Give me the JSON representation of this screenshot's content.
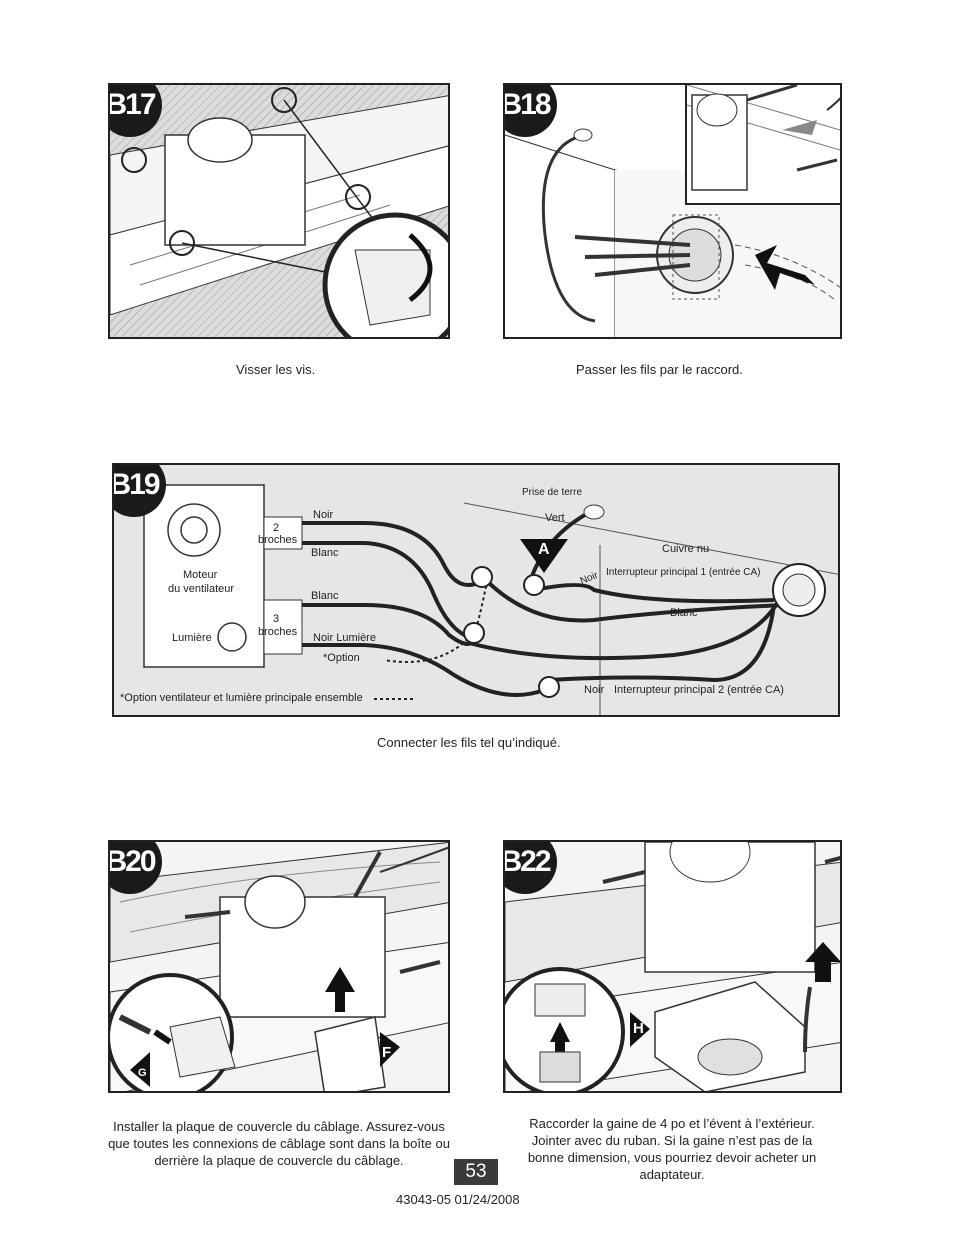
{
  "steps": {
    "b17": {
      "badge": "B17",
      "caption": "Visser les vis."
    },
    "b18": {
      "badge": "B18",
      "caption": "Passer les fils par le raccord."
    },
    "b19": {
      "badge": "B19",
      "caption": "Connecter les fils tel qu’indiqué.",
      "labels": {
        "motor": "Moteur",
        "motor2": "du ventilateur",
        "light": "Lumière",
        "pin2": "2",
        "pin2b": "broches",
        "pin3": "3",
        "pin3b": "broches",
        "noir1": "Noir",
        "blanc1": "Blanc",
        "blanc2": "Blanc",
        "noir_lumiere": "Noir  Lumière",
        "option": "*Option",
        "option_note": "*Option ventilateur et lumière principale ensemble",
        "ground": "Prise de terre",
        "vert": "Vert",
        "cuivre": "Cuivre nu",
        "noir_rot": "Noir",
        "switch1": "Interrupteur principal 1 (entrée CA)",
        "blanc3": "Blanc",
        "noir2": "Noir",
        "switch2": "Interrupteur principal 2 (entrée CA)",
        "marker_a": "A"
      }
    },
    "b20": {
      "badge": "B20",
      "marker_f": "F",
      "marker_g": "G",
      "caption": "Installer la plaque de couvercle du câblage. Assurez-vous que toutes les connexions de câblage sont dans la boîte ou derrière la plaque de couvercle du câblage."
    },
    "b22": {
      "badge": "B22",
      "marker_h": "H",
      "caption": "Raccorder la gaine de 4 po et l’évent à l’extérieur. Jointer avec du ruban. Si la gaine n’est pas de la bonne dimension, vous pourriez devoir acheter un adaptateur."
    }
  },
  "page_number": "53",
  "doc_code": "43043-05  01/24/2008",
  "colors": {
    "ink": "#222222",
    "panel_bg": "#e6e6e6",
    "badge": "#1a1a1a"
  }
}
